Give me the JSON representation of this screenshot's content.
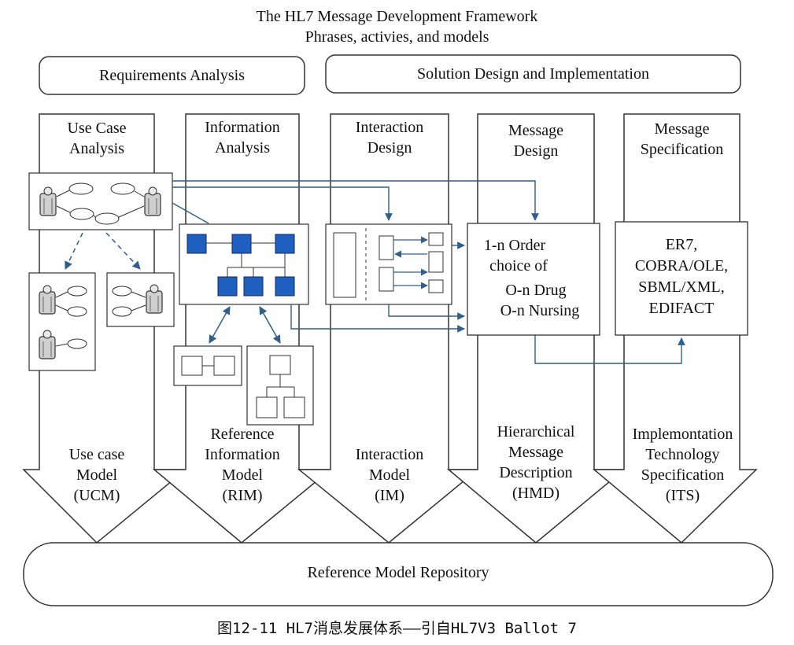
{
  "title": {
    "line1": "The HL7 Message Development Framework",
    "line2": "Phrases, activies, and models"
  },
  "phases": {
    "requirements": "Requirements Analysis",
    "solution": "Solution Design and Implementation"
  },
  "columns": [
    {
      "heading": "Use Case\nAnalysis",
      "model": "Use case\nModel\n(UCM)"
    },
    {
      "heading": "Information\nAnalysis",
      "model": "Reference\nInformation\nModel\n(RIM)"
    },
    {
      "heading": "Interaction\nDesign",
      "model": "Interaction\nModel\n(IM)"
    },
    {
      "heading": "Message\nDesign",
      "model": "Hierarchical\nMessage\nDescription\n(HMD)"
    },
    {
      "heading": "Message\nSpecification",
      "model": "Implemontation\nTechnology\nSpecification\n(ITS)"
    }
  ],
  "message_design_box": {
    "line1": "1-n Order",
    "line2": "choice of",
    "line3": "O-n Drug",
    "line4": "O-n Nursing"
  },
  "spec_box": {
    "line1": "ER7,",
    "line2": "COBRA/OLE,",
    "line3": "SBML/XML,",
    "line4": "EDIFACT"
  },
  "repository": "Reference Model Repository",
  "caption": "图12-11 HL7消息发展体系——引自HL7V3 Ballot 7",
  "colors": {
    "line": "#222222",
    "arrow": "#2f5f8f",
    "square": "#1f5fbf"
  }
}
